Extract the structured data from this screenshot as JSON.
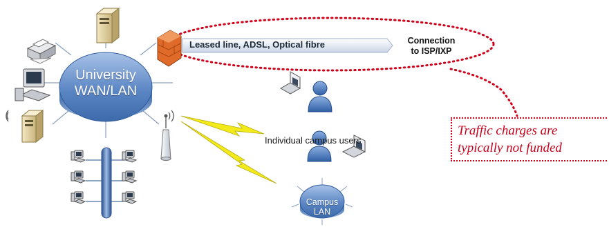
{
  "diagram": {
    "hub": {
      "line1": "University",
      "line2": "WAN/LAN"
    },
    "link_label": "Leased line, ADSL, Optical fibre",
    "connection": {
      "line1": "Connection",
      "line2": "to ISP/IXP"
    },
    "users_label": "Individual campus users",
    "campus_lan": {
      "line1": "Campus",
      "line2": "LAN"
    },
    "note": {
      "line1": "Traffic charges are",
      "line2": "typically not funded"
    }
  },
  "colors": {
    "hub_blue": "#5b86c4",
    "hub_blue_dark": "#2f5b9a",
    "note_red": "#d0021b",
    "bolt_yellow": "#f2ea1a"
  },
  "icons": [
    "server-icon",
    "printer-icon",
    "workstation-icon",
    "firewall-icon",
    "laptop-icon",
    "user-icon",
    "wireless-antenna-icon",
    "lightning-link-icon",
    "backbone-bus-icon",
    "desktop-pc-icon"
  ]
}
